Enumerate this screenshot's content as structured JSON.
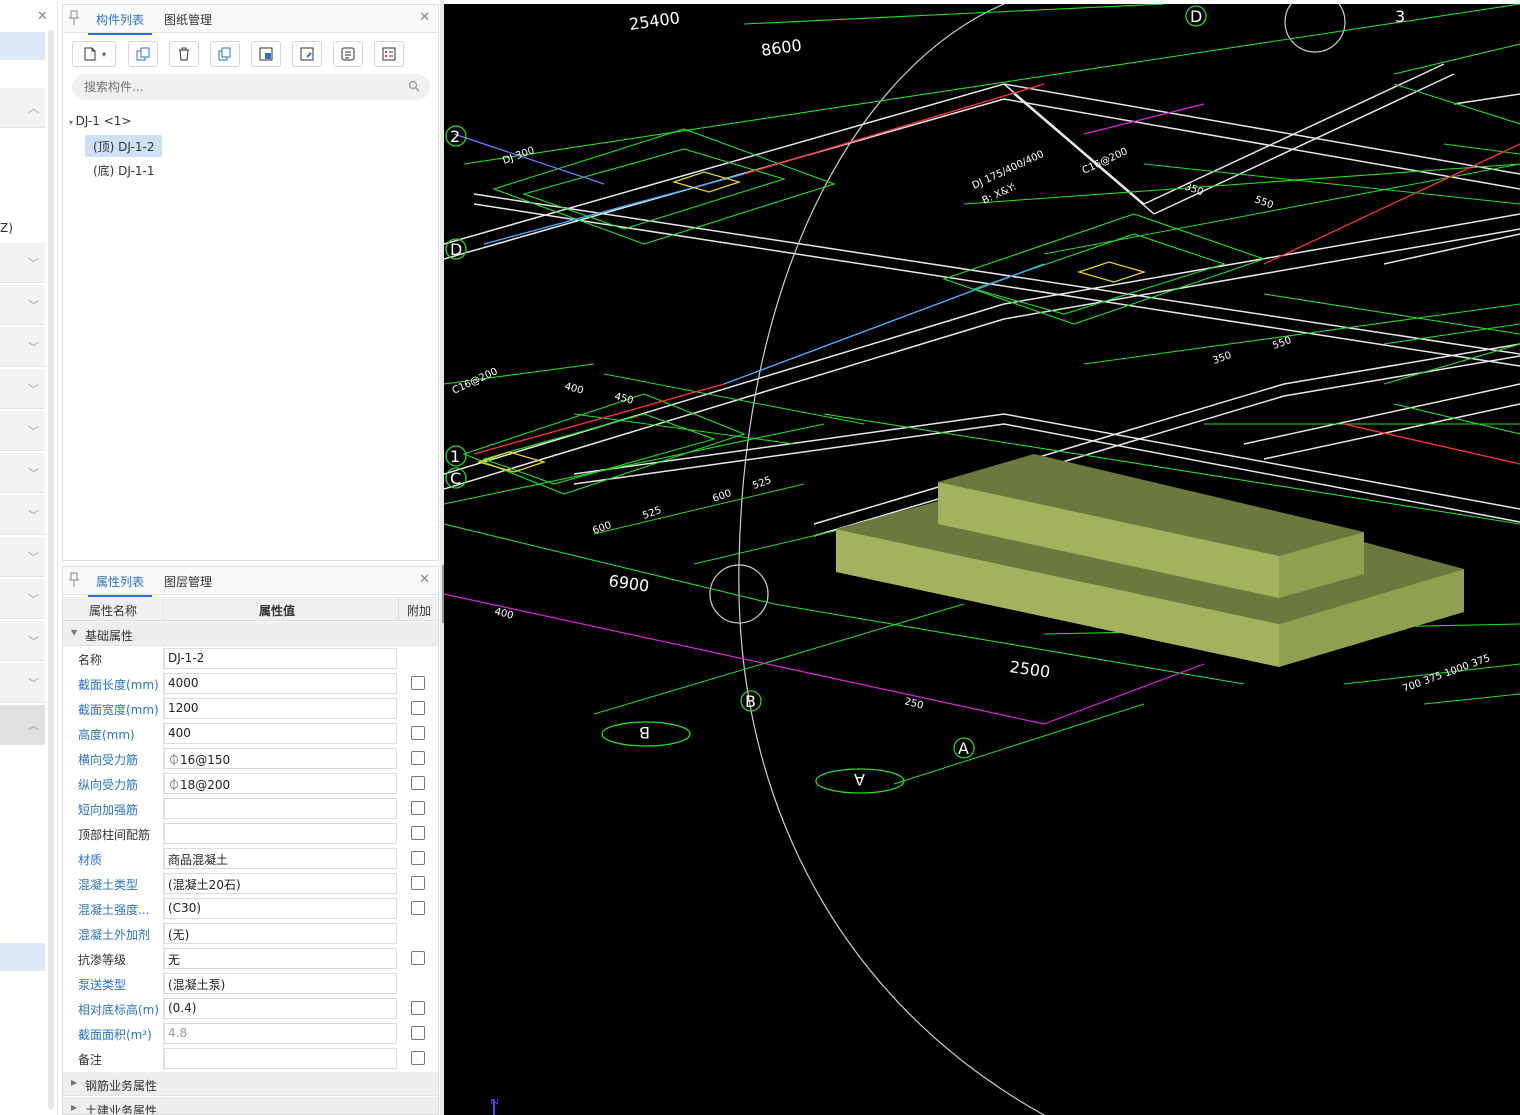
{
  "left_panel": {
    "partial_label": "Z)"
  },
  "component_panel": {
    "tabs": [
      "构件列表",
      "图纸管理"
    ],
    "search_placeholder": "搜索构件...",
    "tree": {
      "root": "DJ-1 <1>",
      "children": [
        "(顶) DJ-1-2",
        "(底) DJ-1-1"
      ]
    }
  },
  "property_panel": {
    "tabs": [
      "属性列表",
      "图层管理"
    ],
    "headers": [
      "属性名称",
      "属性值",
      "附加"
    ],
    "section_basic": "基础属性",
    "rows": [
      {
        "name": "名称",
        "value": "DJ-1-2"
      },
      {
        "name": "截面长度(mm)",
        "value": "4000"
      },
      {
        "name": "截面宽度(mm)",
        "value": "1200"
      },
      {
        "name": "高度(mm)",
        "value": "400"
      },
      {
        "name": "横向受力筋",
        "value": "⏀16@150"
      },
      {
        "name": "纵向受力筋",
        "value": "⏀18@200"
      },
      {
        "name": "短向加强筋",
        "value": ""
      },
      {
        "name": "顶部柱间配筋",
        "value": ""
      },
      {
        "name": "材质",
        "value": "商品混凝土"
      },
      {
        "name": "混凝土类型",
        "value": "(混凝土20石)"
      },
      {
        "name": "混凝土强度...",
        "value": "(C30)"
      },
      {
        "name": "混凝土外加剂",
        "value": "(无)"
      },
      {
        "name": "抗渗等级",
        "value": "无"
      },
      {
        "name": "泵送类型",
        "value": "(混凝土泵)"
      },
      {
        "name": "相对底标高(m)",
        "value": "(0.4)"
      },
      {
        "name": "截面面积(m²)",
        "value": "4.8"
      },
      {
        "name": "备注",
        "value": ""
      }
    ],
    "section_steel": "钢筋业务属性",
    "section_civil": "土建业务属性"
  },
  "viewport": {
    "dims": [
      "25400",
      "8600",
      "6900",
      "2500"
    ],
    "axis_labels": [
      "D",
      "3",
      "2",
      "D",
      "1",
      "C",
      "B",
      "A",
      "B",
      "A"
    ],
    "annotations": [
      "DJ 300",
      "DJ 175/400/400",
      "B: X&Y:",
      "C16@200",
      "C16@200",
      "350",
      "550",
      "350",
      "550",
      "400",
      "450",
      "600",
      "525",
      "600",
      "525",
      "400",
      "250",
      "700 375 1000 375"
    ],
    "axis_z": "Z"
  }
}
